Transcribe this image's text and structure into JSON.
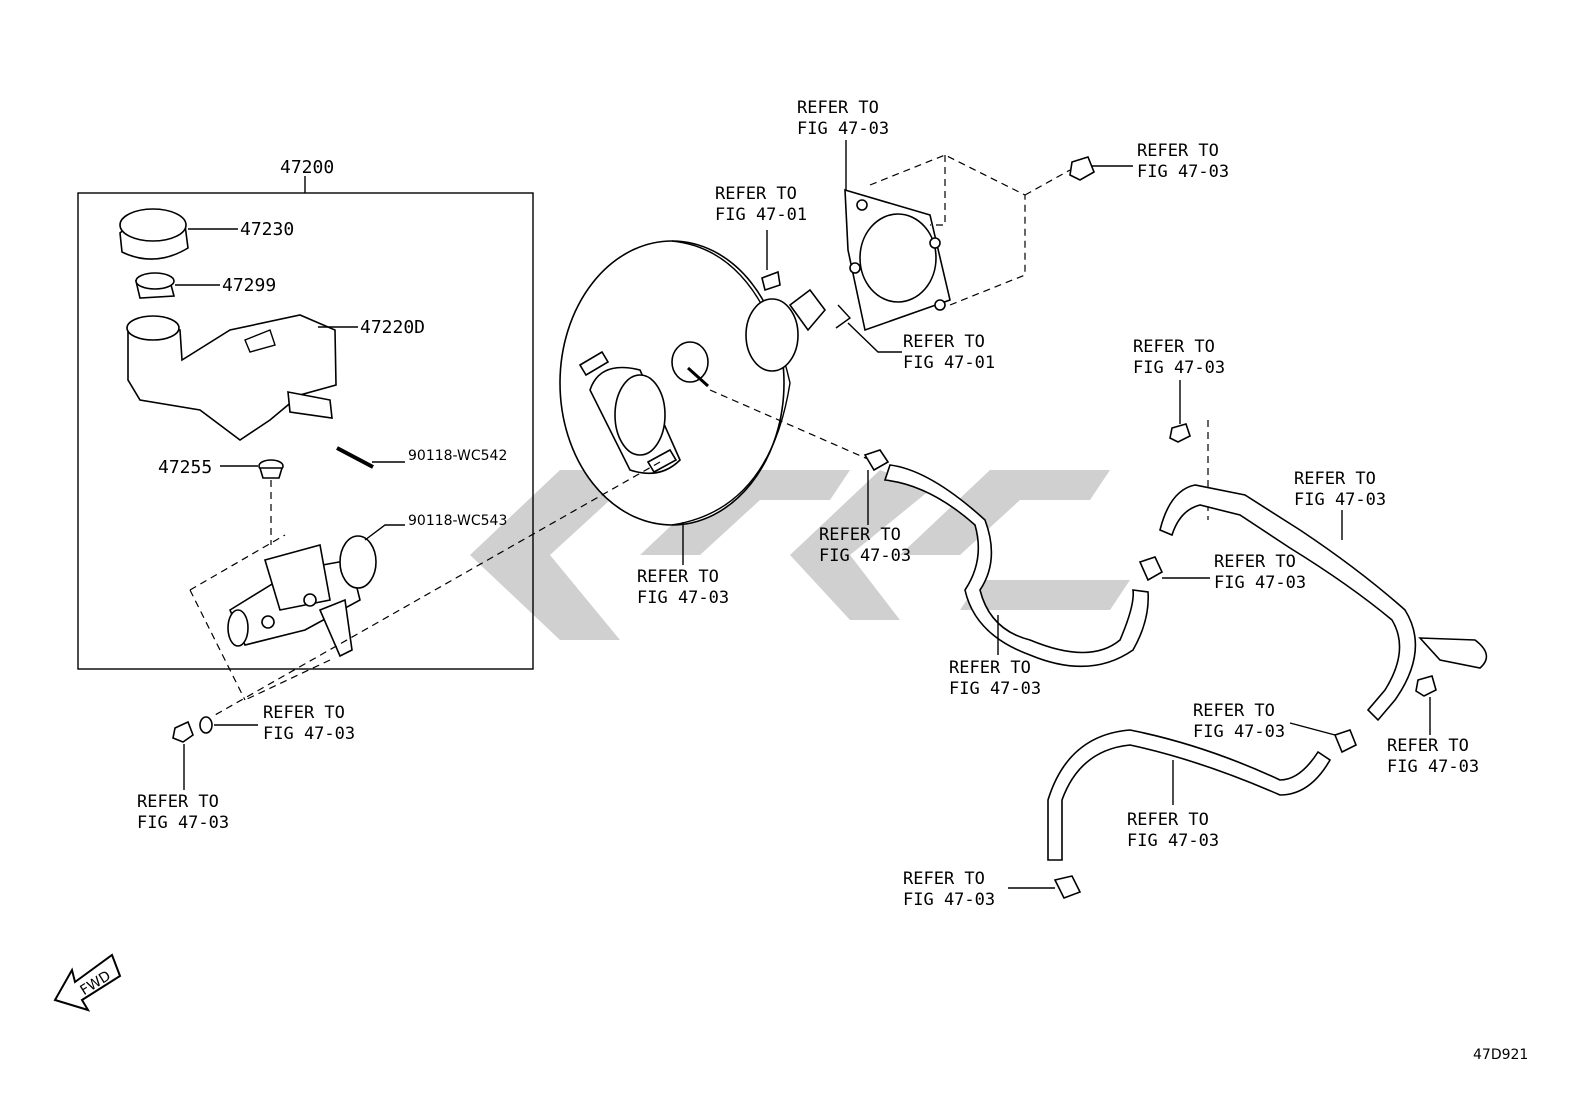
{
  "parts": {
    "p47200": "47200",
    "p47230": "47230",
    "p47299": "47299",
    "p47220d": "47220D",
    "p47255": "47255",
    "p90118_542": "90118-WC542",
    "p90118_543": "90118-WC543"
  },
  "refs": {
    "refer": "REFER TO",
    "fig4701": "FIG 47-01",
    "fig4703": "FIG 47-03"
  },
  "badge": {
    "fwd": "FWD"
  },
  "figure_id": "47D921"
}
